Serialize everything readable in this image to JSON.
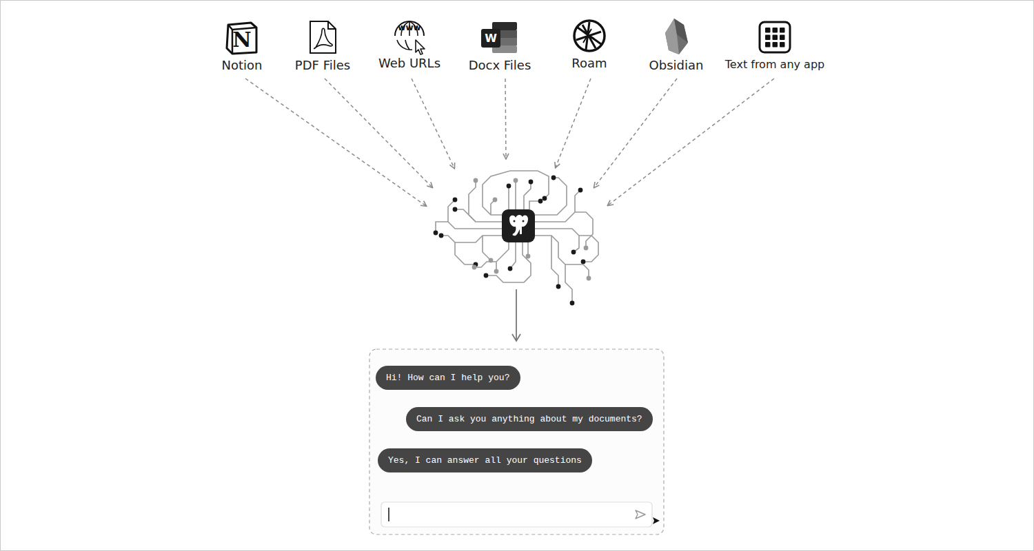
{
  "diagram": {
    "nodes": [
      {
        "text": [
          "Hi! How can I help you?"
        ]
      },
      {
        "text": [
          "Can I ask you anything about my documents?"
        ]
      },
      {
        "text": [
          "Yes, I can answer all your questions"
        ]
      }
    ],
    "labels": [
      "N",
      "Notion",
      "PDF Files",
      "www",
      "Web URLs",
      "W",
      "Docx Files",
      "Roam",
      "Obsidian",
      "Text from any app"
    ]
  }
}
